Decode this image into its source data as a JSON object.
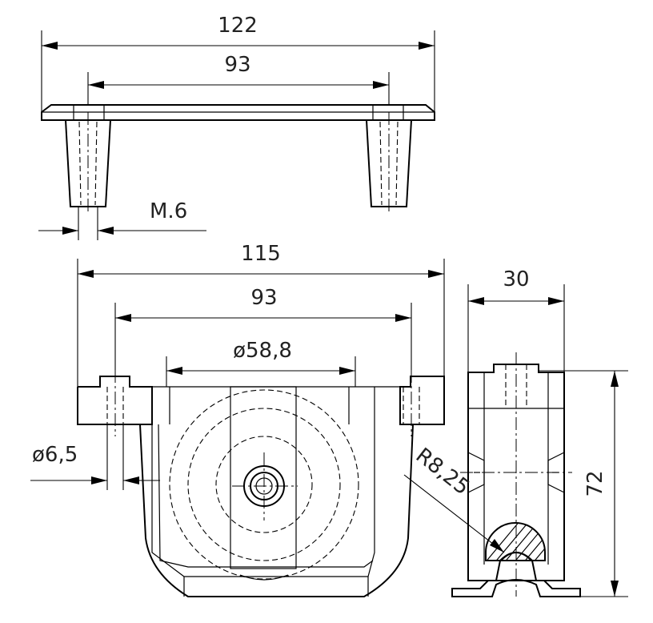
{
  "dimensions": {
    "top_overall_width": "122",
    "top_hole_spacing": "93",
    "thread": "M.6",
    "front_overall_width": "115",
    "front_hole_spacing": "93",
    "wheel_diameter": "ø58,8",
    "hole_diameter": "ø6,5",
    "side_width": "30",
    "side_height": "72",
    "groove_radius": "R8,25"
  },
  "colors": {
    "line": "#000000",
    "text": "#222222",
    "background": "#ffffff"
  }
}
